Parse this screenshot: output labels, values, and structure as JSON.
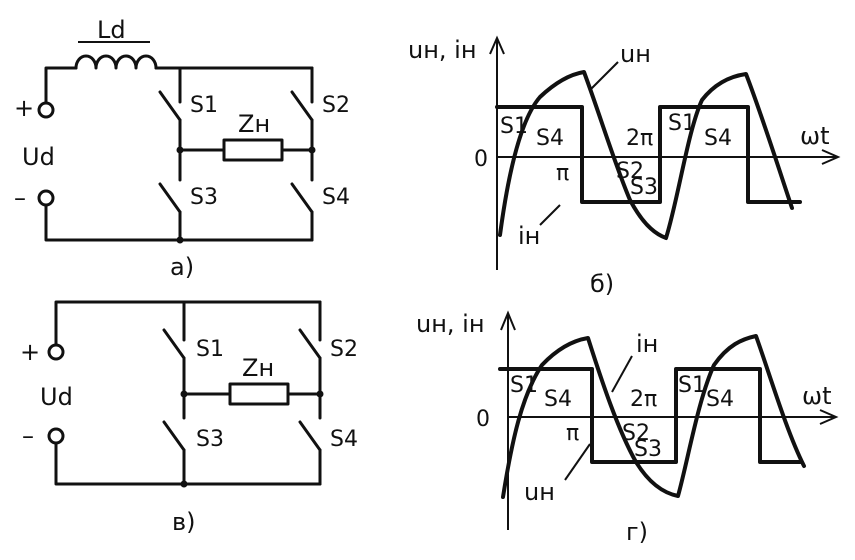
{
  "circuits": {
    "a": {
      "inductor": "Ld",
      "plus": "+",
      "minus": "–",
      "voltage": "Ud",
      "load": "Zн",
      "switches": [
        "S1",
        "S2",
        "S3",
        "S4"
      ],
      "caption": "а)"
    },
    "v": {
      "plus": "+",
      "minus": "–",
      "voltage": "Ud",
      "load": "Zн",
      "switches": [
        "S1",
        "S2",
        "S3",
        "S4"
      ],
      "caption": "в)"
    }
  },
  "graphs": {
    "b": {
      "ylabel": "uн, iн",
      "xlabel": "ωt",
      "zero": "0",
      "pi": "π",
      "two_pi": "2π",
      "curve_label_square": "iн",
      "curve_label_wave": "uн",
      "intervals": [
        "S1",
        "S4",
        "S2",
        "S3",
        "S1",
        "S4"
      ],
      "caption": "б)"
    },
    "g": {
      "ylabel": "uн, iн",
      "xlabel": "ωt",
      "zero": "0",
      "pi": "π",
      "two_pi": "2π",
      "curve_label_square": "uн",
      "curve_label_wave": "iн",
      "intervals": [
        "S1",
        "S4",
        "S2",
        "S3",
        "S1",
        "S4"
      ],
      "caption": "г)"
    }
  }
}
